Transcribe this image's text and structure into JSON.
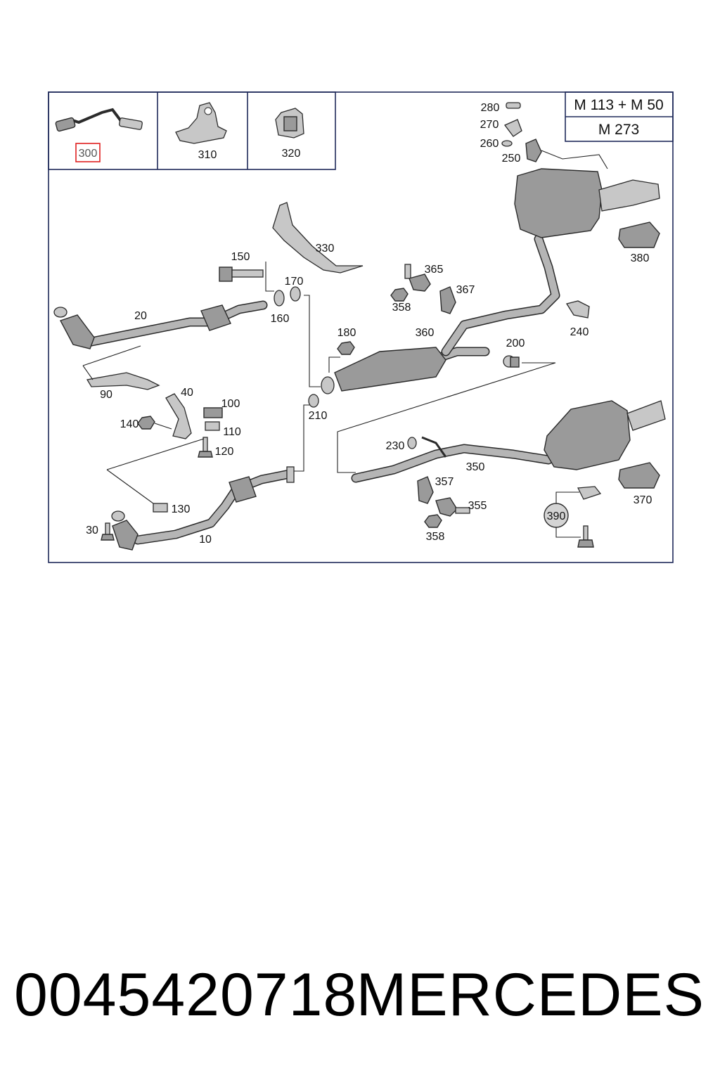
{
  "diagram": {
    "engine_labels": [
      "M 113 + M 50",
      "M 273"
    ],
    "highlighted_part": "300",
    "parts": {
      "p10": "10",
      "p20": "20",
      "p30": "30",
      "p40": "40",
      "p90": "90",
      "p100": "100",
      "p110": "110",
      "p120": "120",
      "p130": "130",
      "p140": "140",
      "p150": "150",
      "p160": "160",
      "p170": "170",
      "p180": "180",
      "p200": "200",
      "p210": "210",
      "p230": "230",
      "p240": "240",
      "p250": "250",
      "p260": "260",
      "p270": "270",
      "p280": "280",
      "p300": "300",
      "p310": "310",
      "p320": "320",
      "p330": "330",
      "p350": "350",
      "p355": "355",
      "p357": "357",
      "p358a": "358",
      "p358b": "358",
      "p360": "360",
      "p365": "365",
      "p367": "367",
      "p370": "370",
      "p380": "380",
      "p390": "390"
    },
    "colors": {
      "frame": "#1f2a5a",
      "highlight": "#e02020"
    }
  },
  "footer": {
    "part_number": "0045420718",
    "brand": "MERCEDES"
  }
}
